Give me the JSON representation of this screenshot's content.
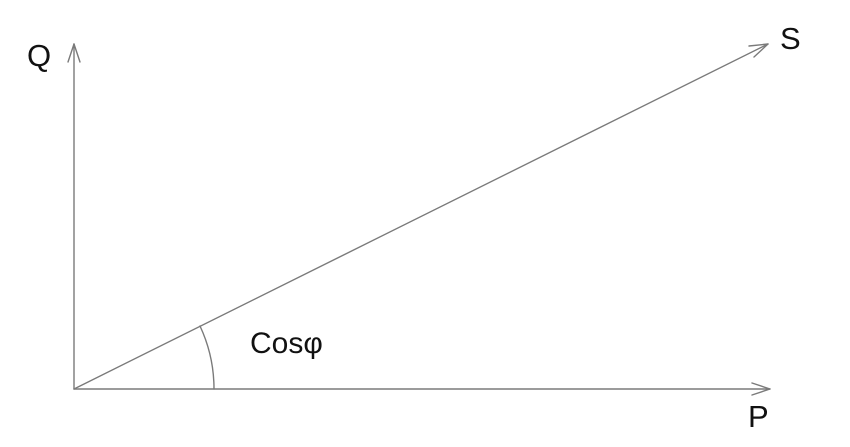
{
  "labels": {
    "q": "Q",
    "s": "S",
    "p": "P",
    "angle": "Cosφ"
  }
}
